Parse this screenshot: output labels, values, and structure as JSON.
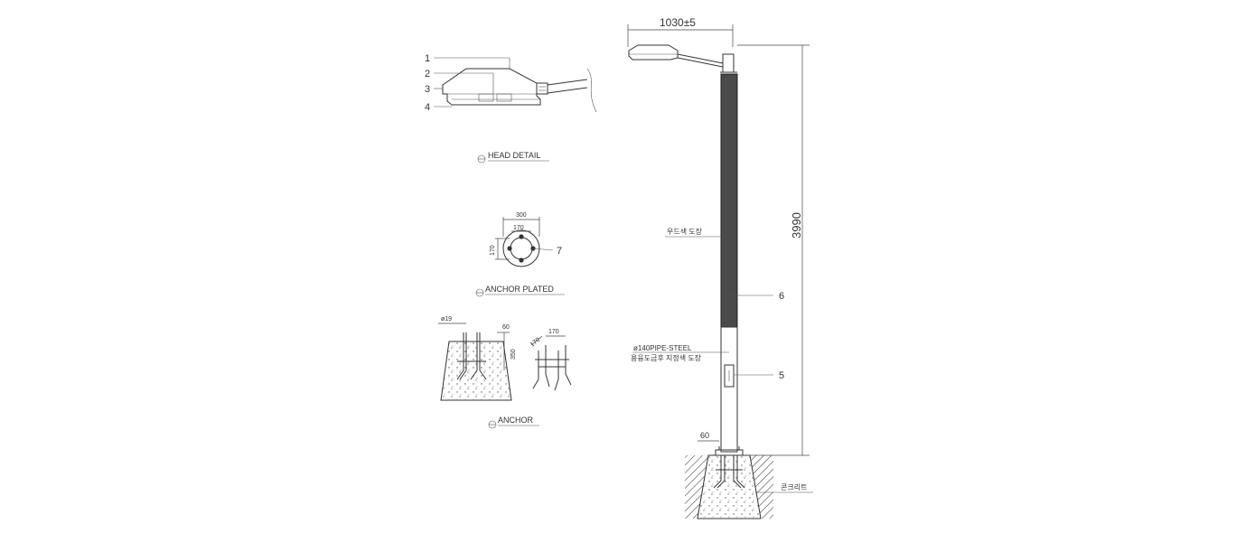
{
  "head_detail": {
    "title": "HEAD DETAIL",
    "callouts": [
      "1",
      "2",
      "3",
      "4"
    ]
  },
  "anchor_plate": {
    "title": "ANCHOR PLATED",
    "dim_outer": "300",
    "dim_inner": "170",
    "dim_side": "170",
    "callout": "7"
  },
  "anchor": {
    "title": "ANCHOR",
    "dim_dia": "ø19",
    "dim_60": "60",
    "dim_350": "350",
    "dim_170a": "170",
    "dim_170b": "170"
  },
  "pole": {
    "arm_length": "1030±5",
    "height": "3990",
    "wood_paint": "우드색 도장",
    "callout_6": "6",
    "pipe_spec": "ø140PIPE-STEEL",
    "galv_note": "용융도금후 지정색 도장",
    "callout_5": "5",
    "base_dim": "60",
    "concrete": "콘크리트"
  }
}
